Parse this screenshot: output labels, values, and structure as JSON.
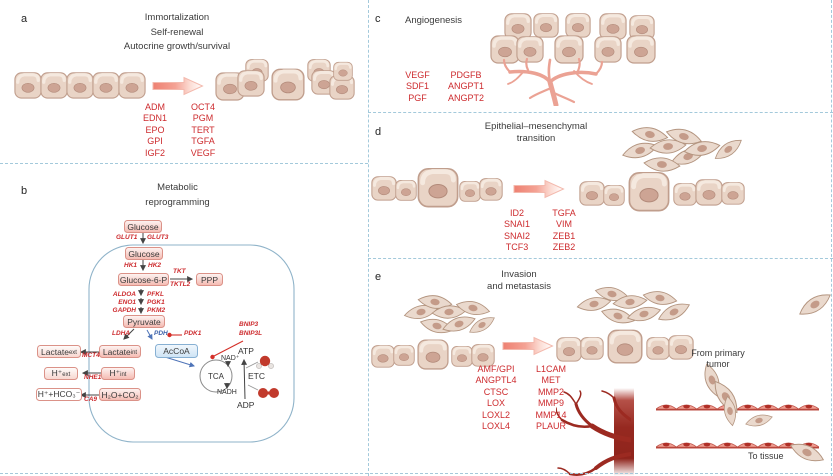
{
  "colors": {
    "gene_red": "#cd2b2e",
    "title_gray": "#3b3b3b",
    "membrane_blue": "#8fb3c9",
    "divider_dash_blue": "#a3c9db",
    "box_border_pink": "#db9288",
    "accoa_blue_border": "#87b0d3",
    "vessel_pink": "#eba294",
    "vessel_dark_red": "#9c2a21",
    "inhibition_red": "#d42f28",
    "arrow_blue": "#4f74b8"
  },
  "panels": {
    "a": {
      "label": "a",
      "titles": [
        "Immortalization",
        "Self-renewal",
        "Autocrine growth/survival"
      ],
      "genes_left": [
        "ADM",
        "EDN1",
        "EPO",
        "GPI",
        "IGF2"
      ],
      "genes_right": [
        "OCT4",
        "PGM",
        "TERT",
        "TGFA",
        "VEGF"
      ]
    },
    "b": {
      "label": "b",
      "title_lines": [
        "Metabolic",
        "reprogramming"
      ],
      "boxes": {
        "glucose": "Glucose",
        "g6p": "Glucose-6-P",
        "ppp": "PPP",
        "pyruvate": "Pyruvate",
        "accoa": "AcCoA",
        "lactate": "Lactate",
        "h": "H⁺",
        "ext": "ext",
        "int": "int",
        "bicarb": "H⁺+HCO₃⁻",
        "water_co2": "H₂O+CO₂"
      },
      "enzymes": {
        "glut1": "GLUT1",
        "glut3": "GLUT3",
        "hk1": "HK1",
        "hk2": "HK2",
        "tkt": "TKT",
        "tktl2": "TKTL2",
        "glyco_left": [
          "ALDOA",
          "ENO1",
          "GAPDH"
        ],
        "glyco_right": [
          "PFKL",
          "PGK1",
          "PKM2"
        ],
        "ldha": "LDHA",
        "pdh": "PDH",
        "pdk1": "PDK1",
        "mct4": "MCT4",
        "nhe1": "NHE1",
        "ca9": "CA9",
        "bnip3": "BNIP3",
        "bnip3l": "BNIP3L"
      },
      "metabolites": {
        "nad": "NAD⁺",
        "nadh": "NADH",
        "atp": "ATP",
        "adp": "ADP",
        "tca": "TCA",
        "etc": "ETC"
      }
    },
    "c": {
      "label": "c",
      "title": "Angiogenesis",
      "genes_left": [
        "VEGF",
        "SDF1",
        "PGF"
      ],
      "genes_right": [
        "PDGFB",
        "ANGPT1",
        "ANGPT2"
      ]
    },
    "d": {
      "label": "d",
      "title_lines": [
        "Epithelial–mesenchymal",
        "transition"
      ],
      "genes_left": [
        "ID2",
        "SNAI1",
        "SNAI2",
        "TCF3"
      ],
      "genes_right": [
        "TGFA",
        "VIM",
        "ZEB1",
        "ZEB2"
      ]
    },
    "e": {
      "label": "e",
      "title_lines": [
        "Invasion",
        "and metastasis"
      ],
      "genes_left": [
        "AMF/GPI",
        "ANGPTL4",
        "CTSC",
        "LOX",
        "LOXL2",
        "LOXL4"
      ],
      "genes_right": [
        "L1CAM",
        "MET",
        "MMP2",
        "MMP9",
        "MMP14",
        "PLAUR"
      ],
      "annotations": {
        "from_primary_lines": [
          "From primary",
          "tumor"
        ],
        "to_tissue": "To tissue"
      }
    }
  }
}
